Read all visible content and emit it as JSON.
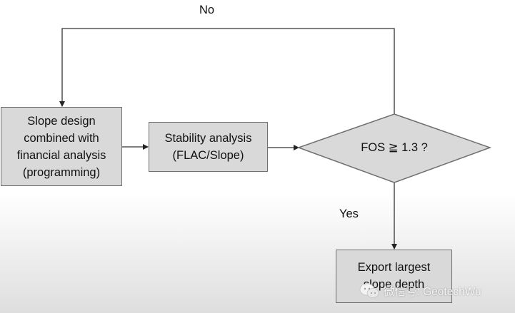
{
  "nodes": {
    "slope_design": "Slope design\ncombined with\nfinancial analysis\n(programming)",
    "stability": "Stability analysis\n(FLAC/Slope)",
    "decision": "FOS ≧ 1.3 ?",
    "export": "Export largest\nslope depth"
  },
  "edges": {
    "no_label": "No",
    "yes_label": "Yes"
  },
  "watermark": {
    "icon": "wechat-icon",
    "text": "微信号: GeotechWu"
  },
  "colors": {
    "box_fill": "#d9d9d9",
    "box_border": "#6f6f6f",
    "line": "#222222"
  }
}
